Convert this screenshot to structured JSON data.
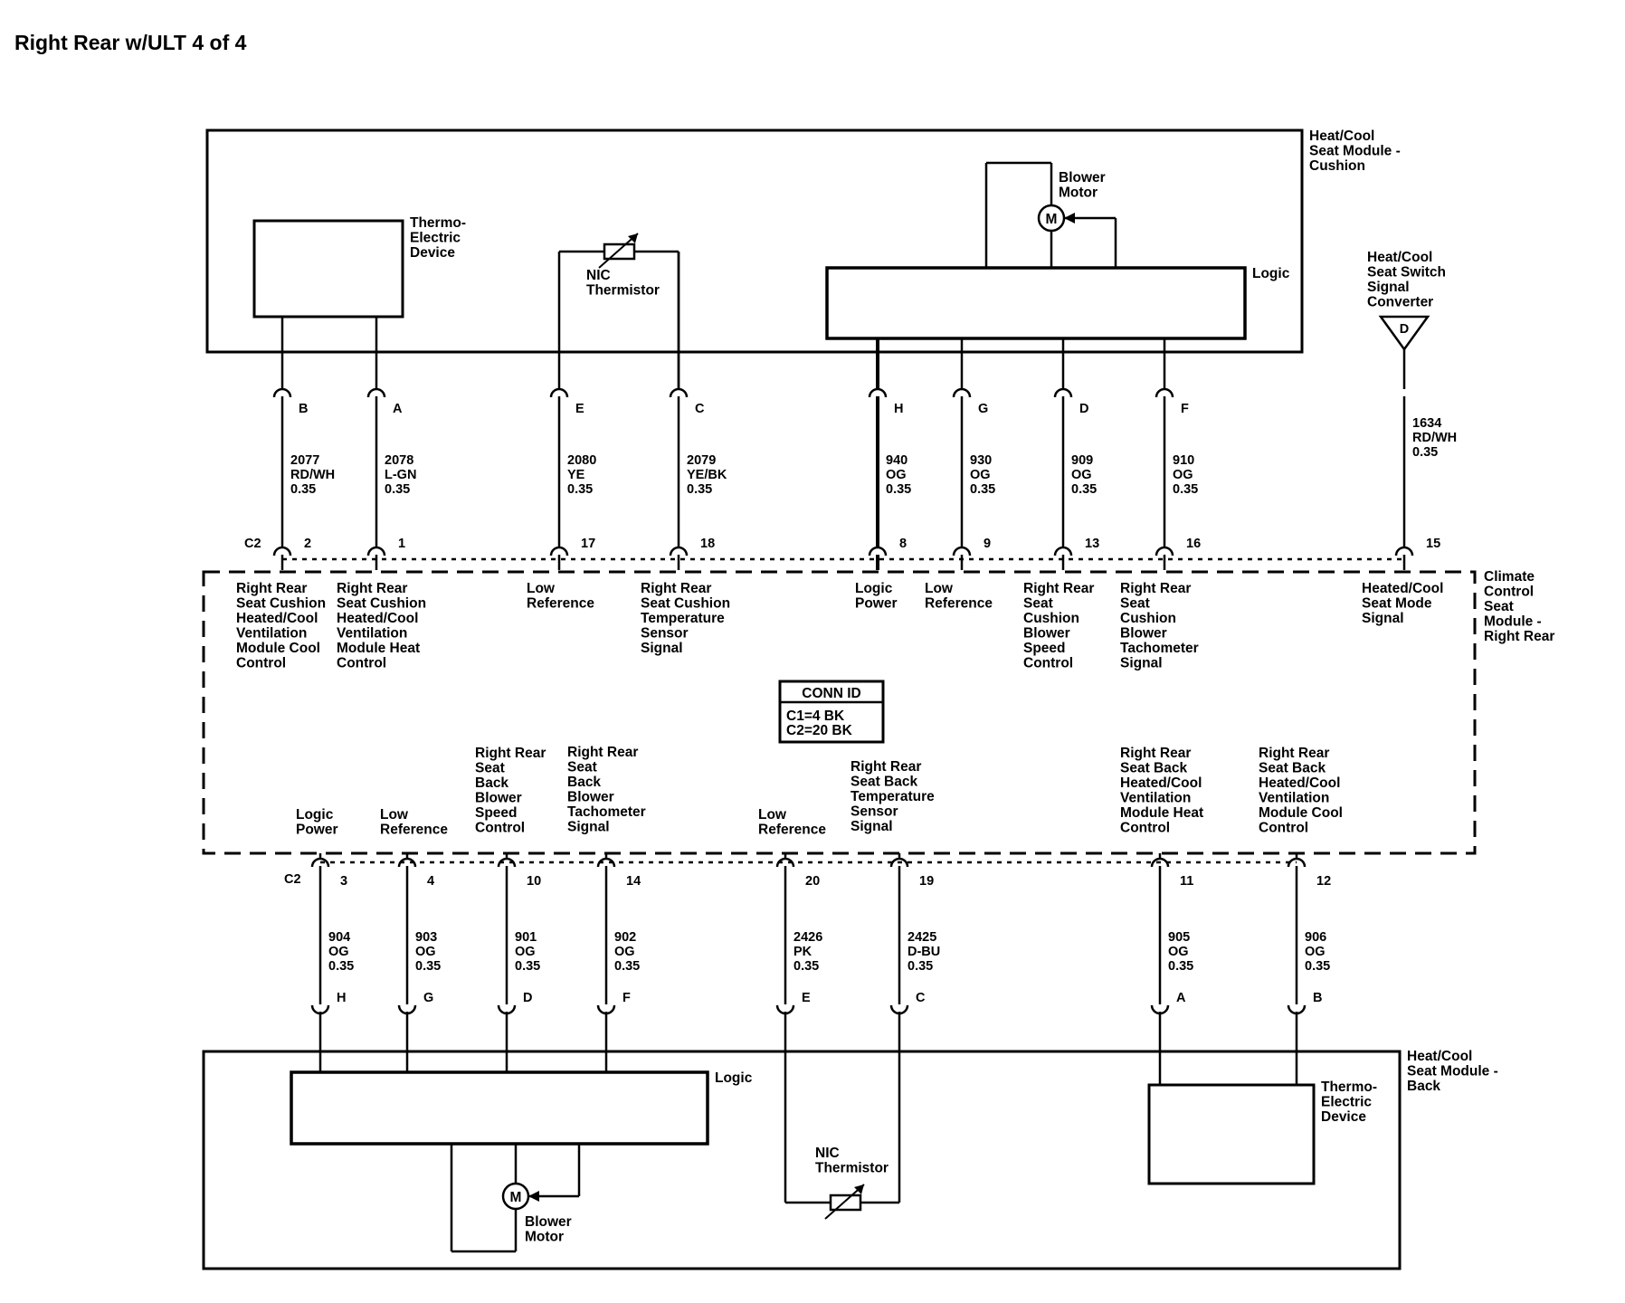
{
  "title": "Right Rear w/ULT 4 of 4",
  "components": {
    "cushion_module": [
      "Heat/Cool",
      "Seat Module -",
      "Cushion"
    ],
    "back_module": [
      "Heat/Cool",
      "Seat Module -",
      "Back"
    ],
    "climate_module": [
      "Climate",
      "Control",
      "Seat",
      "Module -",
      "Right Rear"
    ],
    "switch_converter": [
      "Heat/Cool",
      "Seat Switch",
      "Signal",
      "Converter"
    ],
    "thermo_top": [
      "Thermo-",
      "Electric",
      "Device"
    ],
    "thermo_bottom": [
      "Thermo-",
      "Electric",
      "Device"
    ],
    "nic_top": [
      "NIC",
      "Thermistor"
    ],
    "nic_bottom": [
      "NIC",
      "Thermistor"
    ],
    "blower_top": [
      "Blower",
      "Motor"
    ],
    "blower_bottom": [
      "Blower",
      "Motor"
    ],
    "logic_top": "Logic",
    "logic_bottom": "Logic",
    "motor_symbol": "M",
    "switch_pin": "D"
  },
  "connectors": {
    "top_conn": "C2",
    "bottom_conn": "C2",
    "conn_id": {
      "title": "CONN ID",
      "lines": [
        "C1=4 BK",
        "C2=20 BK"
      ]
    }
  },
  "upper_circuits": [
    {
      "letter": "B",
      "circuit": "2077",
      "color": "RD/WH",
      "gauge": "0.35",
      "pin": "2",
      "function": [
        "Right Rear",
        "Seat Cushion",
        "Heated/Cool",
        "Ventilation",
        "Module Cool",
        "Control"
      ]
    },
    {
      "letter": "A",
      "circuit": "2078",
      "color": "L-GN",
      "gauge": "0.35",
      "pin": "1",
      "function": [
        "Right Rear",
        "Seat Cushion",
        "Heated/Cool",
        "Ventilation",
        "Module Heat",
        "Control"
      ]
    },
    {
      "letter": "E",
      "circuit": "2080",
      "color": "YE",
      "gauge": "0.35",
      "pin": "17",
      "function": [
        "Low",
        "Reference"
      ]
    },
    {
      "letter": "C",
      "circuit": "2079",
      "color": "YE/BK",
      "gauge": "0.35",
      "pin": "18",
      "function": [
        "Right Rear",
        "Seat Cushion",
        "Temperature",
        "Sensor",
        "Signal"
      ]
    },
    {
      "letter": "H",
      "circuit": "940",
      "color": "OG",
      "gauge": "0.35",
      "pin": "8",
      "function": [
        "Logic",
        "Power"
      ]
    },
    {
      "letter": "G",
      "circuit": "930",
      "color": "OG",
      "gauge": "0.35",
      "pin": "9",
      "function": [
        "Low",
        "Reference"
      ]
    },
    {
      "letter": "D",
      "circuit": "909",
      "color": "OG",
      "gauge": "0.35",
      "pin": "13",
      "function": [
        "Right Rear",
        "Seat",
        "Cushion",
        "Blower",
        "Speed",
        "Control"
      ]
    },
    {
      "letter": "F",
      "circuit": "910",
      "color": "OG",
      "gauge": "0.35",
      "pin": "16",
      "function": [
        "Right Rear",
        "Seat",
        "Cushion",
        "Blower",
        "Tachometer",
        "Signal"
      ]
    },
    {
      "letter": "",
      "circuit": "1634",
      "color": "RD/WH",
      "gauge": "0.35",
      "pin": "15",
      "function": [
        "Heated/Cool",
        "Seat Mode",
        "Signal"
      ]
    }
  ],
  "lower_circuits": [
    {
      "letter": "H",
      "circuit": "904",
      "color": "OG",
      "gauge": "0.35",
      "pin": "3",
      "function": [
        "Logic",
        "Power"
      ]
    },
    {
      "letter": "G",
      "circuit": "903",
      "color": "OG",
      "gauge": "0.35",
      "pin": "4",
      "function": [
        "Low",
        "Reference"
      ]
    },
    {
      "letter": "D",
      "circuit": "901",
      "color": "OG",
      "gauge": "0.35",
      "pin": "10",
      "function": [
        "Right Rear",
        "Seat",
        "Back",
        "Blower",
        "Speed",
        "Control"
      ]
    },
    {
      "letter": "F",
      "circuit": "902",
      "color": "OG",
      "gauge": "0.35",
      "pin": "14",
      "function": [
        "Right Rear",
        "Seat",
        "Back",
        "Blower",
        "Tachometer",
        "Signal"
      ]
    },
    {
      "letter": "E",
      "circuit": "2426",
      "color": "PK",
      "gauge": "0.35",
      "pin": "20",
      "function": [
        "Low",
        "Reference"
      ]
    },
    {
      "letter": "C",
      "circuit": "2425",
      "color": "D-BU",
      "gauge": "0.35",
      "pin": "19",
      "function": [
        "Right Rear",
        "Seat Back",
        "Temperature",
        "Sensor",
        "Signal"
      ]
    },
    {
      "letter": "A",
      "circuit": "905",
      "color": "OG",
      "gauge": "0.35",
      "pin": "11",
      "function": [
        "Right Rear",
        "Seat Back",
        "Heated/Cool",
        "Ventilation",
        "Module Heat",
        "Control"
      ]
    },
    {
      "letter": "B",
      "circuit": "906",
      "color": "OG",
      "gauge": "0.35",
      "pin": "12",
      "function": [
        "Right Rear",
        "Seat Back",
        "Heated/Cool",
        "Ventilation",
        "Module Cool",
        "Control"
      ]
    }
  ]
}
